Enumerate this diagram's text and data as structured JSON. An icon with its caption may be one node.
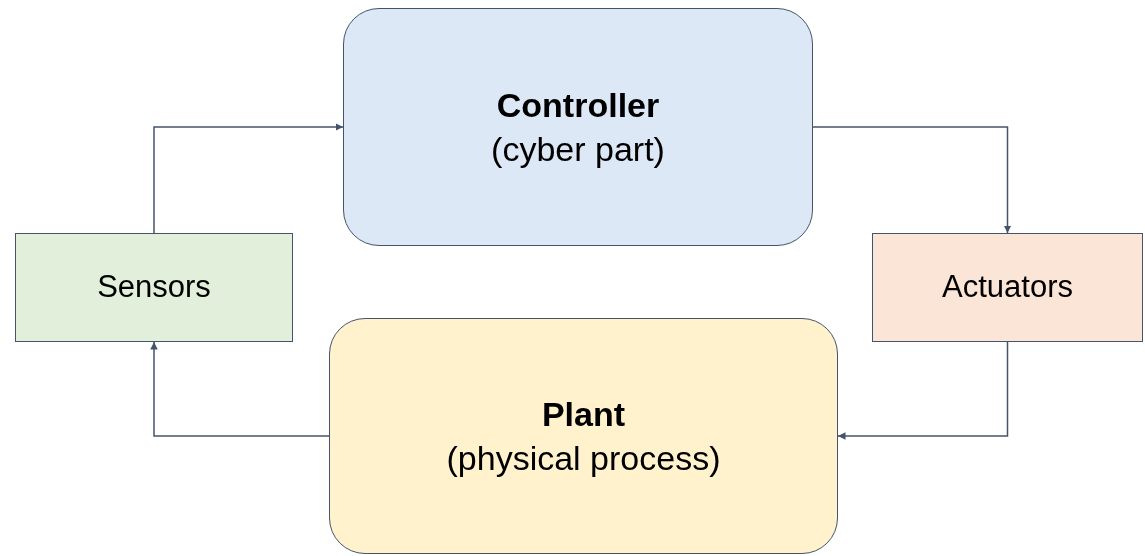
{
  "diagram": {
    "nodes": [
      {
        "text": [
          "Controller",
          "(cyber part)"
        ]
      },
      {
        "text": [
          "Sensors"
        ]
      },
      {
        "text": [
          "Actuators"
        ]
      },
      {
        "text": [
          "Plant",
          "(physical process)"
        ]
      }
    ],
    "edges": [
      {
        "from": 1,
        "to": 0,
        "arrow": "to"
      },
      {
        "from": 0,
        "to": 2,
        "arrow": "to"
      },
      {
        "from": 2,
        "to": 3,
        "arrow": "to"
      },
      {
        "from": 3,
        "to": 1,
        "arrow": "to"
      }
    ]
  }
}
